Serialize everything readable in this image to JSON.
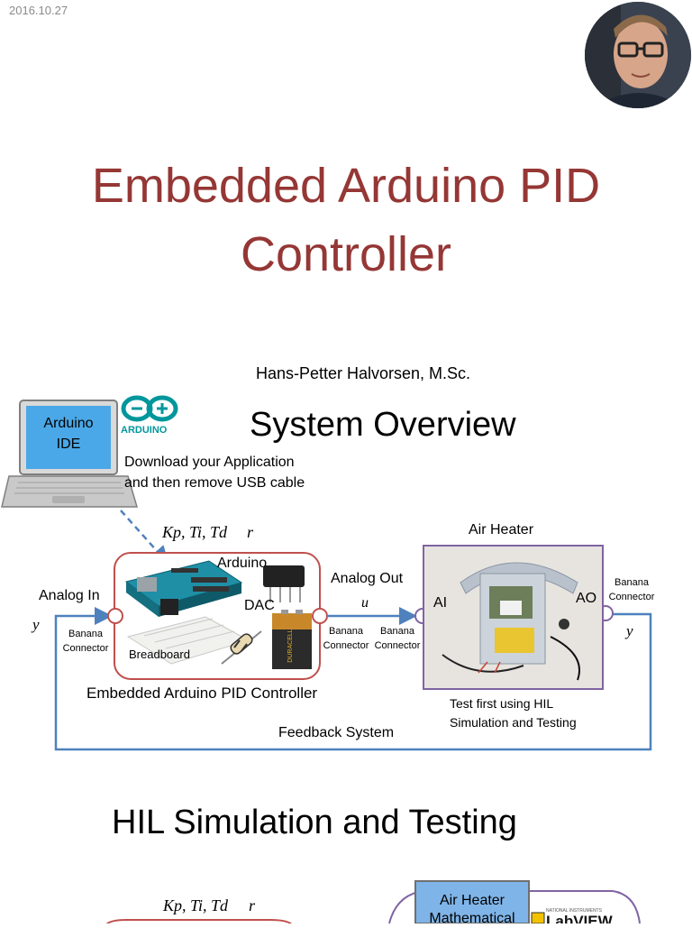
{
  "header": {
    "date": "2016.10.27"
  },
  "slide1": {
    "title_line1": "Embedded Arduino PID",
    "title_line2": "Controller",
    "author": "Hans-Petter Halvorsen, M.Sc."
  },
  "slide2": {
    "title": "System Overview",
    "laptop_text_line1": "Arduino",
    "laptop_text_line2": "IDE",
    "arduino_logo_text": "ARDUINO",
    "download_line1": "Download your Application",
    "download_line2": "and then remove USB cable",
    "params": "Kp, Ti, Td",
    "param_r": "r",
    "arduino_label": "Arduino",
    "dac_label": "DAC",
    "breadboard_label": "Breadboard",
    "battery_label": "DURACELL",
    "analog_in": "Analog In",
    "analog_out": "Analog Out",
    "signal_u": "u",
    "signal_y_left": "y",
    "signal_y_right": "y",
    "banana_line1": "Banana",
    "banana_line2": "Connector",
    "air_heater": "Air Heater",
    "ai": "AI",
    "ao": "AO",
    "controller_caption": "Embedded Arduino PID Controller",
    "test_line1": "Test first using HIL",
    "test_line2": "Simulation and Testing",
    "feedback": "Feedback System"
  },
  "slide3": {
    "title": "HIL Simulation and Testing",
    "params": "Kp, Ti, Td",
    "param_r": "r",
    "model_line1": "Air Heater",
    "model_line2": "Mathematical",
    "labview_small": "NATIONAL INSTRUMENTS",
    "labview": "LabVIEW"
  },
  "colors": {
    "title_red": "#953735",
    "flow_blue": "#4f81bd",
    "controller_border": "#c0504d",
    "heater_border": "#8064a2",
    "arduino_teal": "#00979c"
  }
}
